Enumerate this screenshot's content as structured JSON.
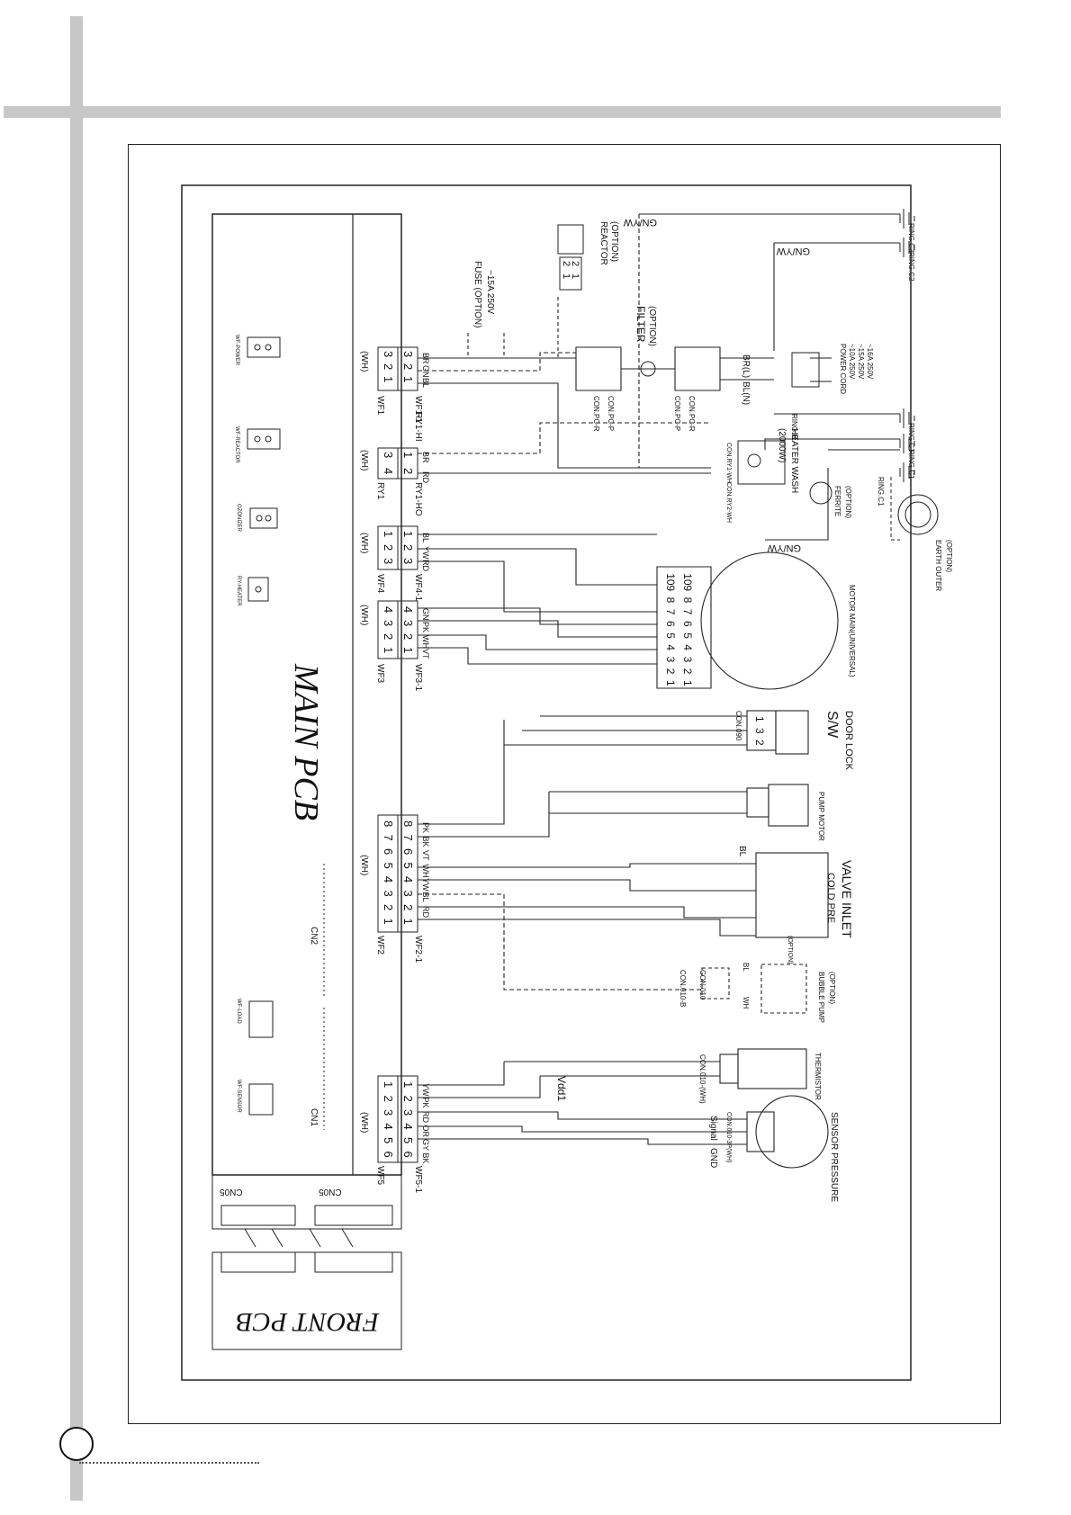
{
  "boards": {
    "main_pcb": "MAIN PCB",
    "front_pcb": "FRONT PCB",
    "cn05_a": "CN05",
    "cn05_b": "CN05",
    "cn1": "CN1",
    "cn2": "CN2",
    "pcb_small_labels": [
      "WF-POWER",
      "WF-REACTOR",
      "OZONIZER",
      "RY-HEATER",
      "WF-LOAD",
      "WF-SENSOR"
    ]
  },
  "connectors": {
    "wf1": {
      "name": "WF1",
      "mate": "WF1-1",
      "housing": "(WH)",
      "pins": [
        "3",
        "2",
        "1"
      ],
      "wires": [
        "BR",
        "GN",
        "BL"
      ]
    },
    "ry1": {
      "name": "RY1",
      "housing": "(WH)",
      "pins": [
        "4",
        "3"
      ],
      "mate_pins": [
        "2",
        "1"
      ],
      "wires": [
        "RD",
        "BR"
      ],
      "labels": [
        "RY1-HO",
        "RY1-HI"
      ]
    },
    "wf4": {
      "name": "WF4",
      "mate": "WF4-1",
      "housing": "(WH)",
      "pins": [
        "1",
        "2",
        "3"
      ],
      "wires": [
        "BL",
        "YW",
        "RD"
      ]
    },
    "wf3": {
      "name": "WF3",
      "mate": "WF3-1",
      "housing": "(WH)",
      "pins": [
        "4",
        "3",
        "2",
        "1"
      ],
      "wires": [
        "GN",
        "PK",
        "WH",
        "VT"
      ]
    },
    "wf2": {
      "name": "WF2",
      "mate": "WF2-1",
      "housing": "(WH)",
      "pins": [
        "8",
        "7",
        "6",
        "5",
        "4",
        "3",
        "2",
        "1"
      ],
      "wires": [
        "PK",
        "BK",
        "VT",
        "WH",
        "YW",
        "BL",
        "RD"
      ]
    },
    "wf5": {
      "name": "WF5",
      "mate": "WF5-1",
      "housing": "(WH)",
      "pins": [
        "1",
        "2",
        "3",
        "4",
        "5",
        "6"
      ],
      "wires": [
        "YW",
        "PK",
        "RD",
        "OR",
        "GY",
        "BK"
      ]
    }
  },
  "components": {
    "fuse": "FUSE (OPTION)",
    "fuse_rating": "~15A 250V",
    "reactor": "REACTOR",
    "reactor_opt": "(OPTION)",
    "reactor_pins": [
      "2",
      "2",
      "1",
      "1"
    ],
    "filter": "FILTER",
    "filter_opt": "(OPTION)",
    "con_pc_r_a": "CON.PC-R",
    "con_pc_p_a": "CON.PC-P",
    "con_pc_r_b": "CON.PC-R",
    "con_pc_p_b": "CON.PC-P",
    "power_cord": "POWER CORD",
    "power_cord_ratings": [
      "~10A 250V",
      "~15A 250V",
      "~16A 250V"
    ],
    "br_l": "BR(L)",
    "bl_n": "BL(N)",
    "heater": "HEATER WASH",
    "heater_power": "(2000W)",
    "con_wh_a": "CON.RY1-WH",
    "con_wh_b": "CON.RY2-WH",
    "ferrite": "FERRITE",
    "ferrite_opt": "(OPTION)",
    "motor": "MOTOR MAIN(UNIVERSAL)",
    "motor_pins": [
      "1",
      "2",
      "3",
      "4",
      "5",
      "6",
      "7",
      "8",
      "9",
      "10"
    ],
    "door_lock": "DOOR LOCK",
    "door_lock_sw": "S/W",
    "con_090": "CON.090",
    "door_pins": [
      "1",
      "3",
      "2"
    ],
    "pump": "PUMP MOTOR",
    "valve": "VALVE INLET",
    "valve_cold": "COLD PRE",
    "valve_opt": "(OPTION)",
    "valve_bl": "BL",
    "bubble_pump": "BUBBLE PUMP",
    "bubble_opt": "(OPTION)",
    "con_010_a": "CON.010",
    "con_010_b": "CON.010-B",
    "bubble_wh": "WH",
    "bubble_bl": "BL",
    "thermistor": "THERMISTOR",
    "thermistor_con": "CON.010-(WH)",
    "vdd": "Vdd1",
    "sensor": "SENSOR PRESSURE",
    "sensor_con": "CON.010-3P(WH)",
    "signal": "Signal",
    "gnd": "GND",
    "earth_outer": "EARTH OUTER",
    "earth_opt": "(OPTION)",
    "gn_yw": [
      "GN/YW",
      "GN/YW",
      "GN/YW"
    ],
    "rings": [
      "RING.C3",
      "RING.C2",
      "RING.H",
      "RING.C1",
      "RING.C1",
      "RING.C1"
    ]
  }
}
